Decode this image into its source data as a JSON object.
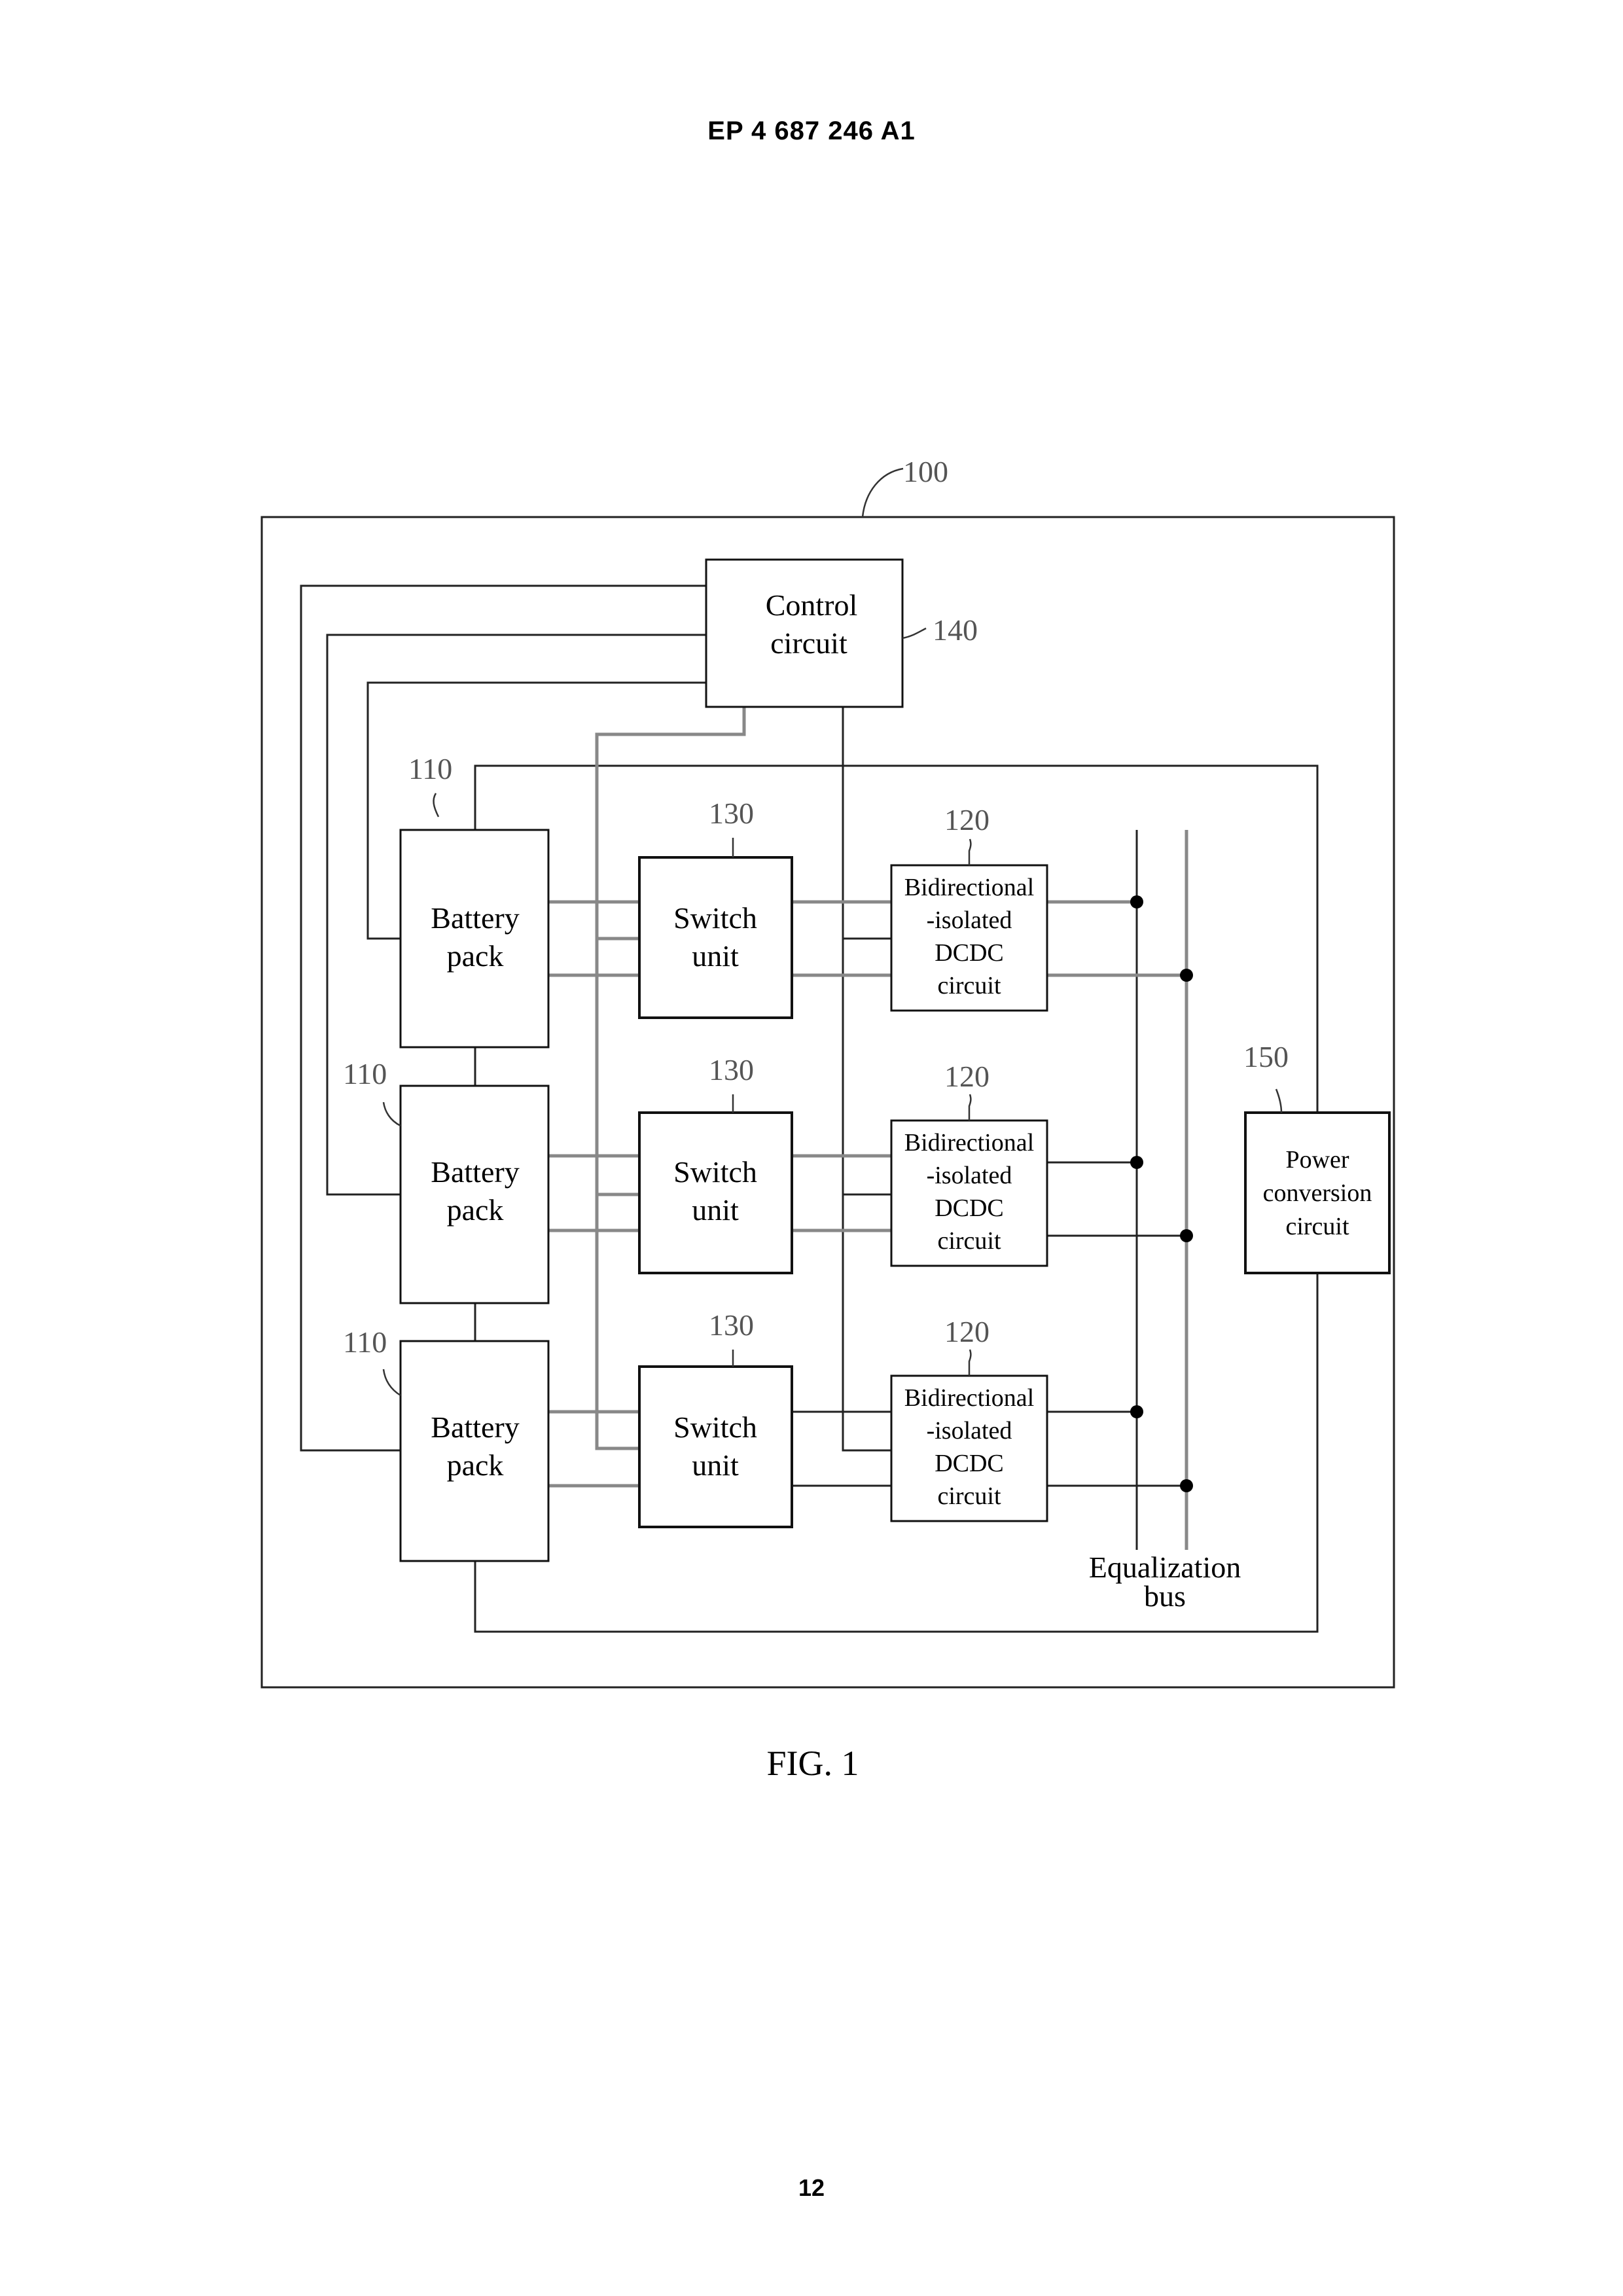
{
  "header": {
    "document_number": "EP 4 687 246 A1"
  },
  "figure": {
    "caption": "FIG. 1",
    "system_ref": "100",
    "control_circuit": {
      "label_line1": "Control",
      "label_line2": "circuit",
      "ref": "140"
    },
    "power_conversion": {
      "label_line1": "Power",
      "label_line2": "conversion",
      "label_line3": "circuit",
      "ref": "150"
    },
    "equalization_bus": {
      "label_line1": "Equalization",
      "label_line2": "bus"
    },
    "branches": [
      {
        "battery": {
          "label_line1": "Battery",
          "label_line2": "pack",
          "ref": "110"
        },
        "switch": {
          "label_line1": "Switch",
          "label_line2": "unit",
          "ref": "130"
        },
        "dcdc": {
          "label_line1": "Bidirectional",
          "label_line2": "-isolated",
          "label_line3": "DCDC",
          "label_line4": "circuit",
          "ref": "120"
        }
      },
      {
        "battery": {
          "label_line1": "Battery",
          "label_line2": "pack",
          "ref": "110"
        },
        "switch": {
          "label_line1": "Switch",
          "label_line2": "unit",
          "ref": "130"
        },
        "dcdc": {
          "label_line1": "Bidirectional",
          "label_line2": "-isolated",
          "label_line3": "DCDC",
          "label_line4": "circuit",
          "ref": "120"
        }
      },
      {
        "battery": {
          "label_line1": "Battery",
          "label_line2": "pack",
          "ref": "110"
        },
        "switch": {
          "label_line1": "Switch",
          "label_line2": "unit",
          "ref": "130"
        },
        "dcdc": {
          "label_line1": "Bidirectional",
          "label_line2": "-isolated",
          "label_line3": "DCDC",
          "label_line4": "circuit",
          "ref": "120"
        }
      }
    ]
  },
  "footer": {
    "page_number": "12"
  }
}
